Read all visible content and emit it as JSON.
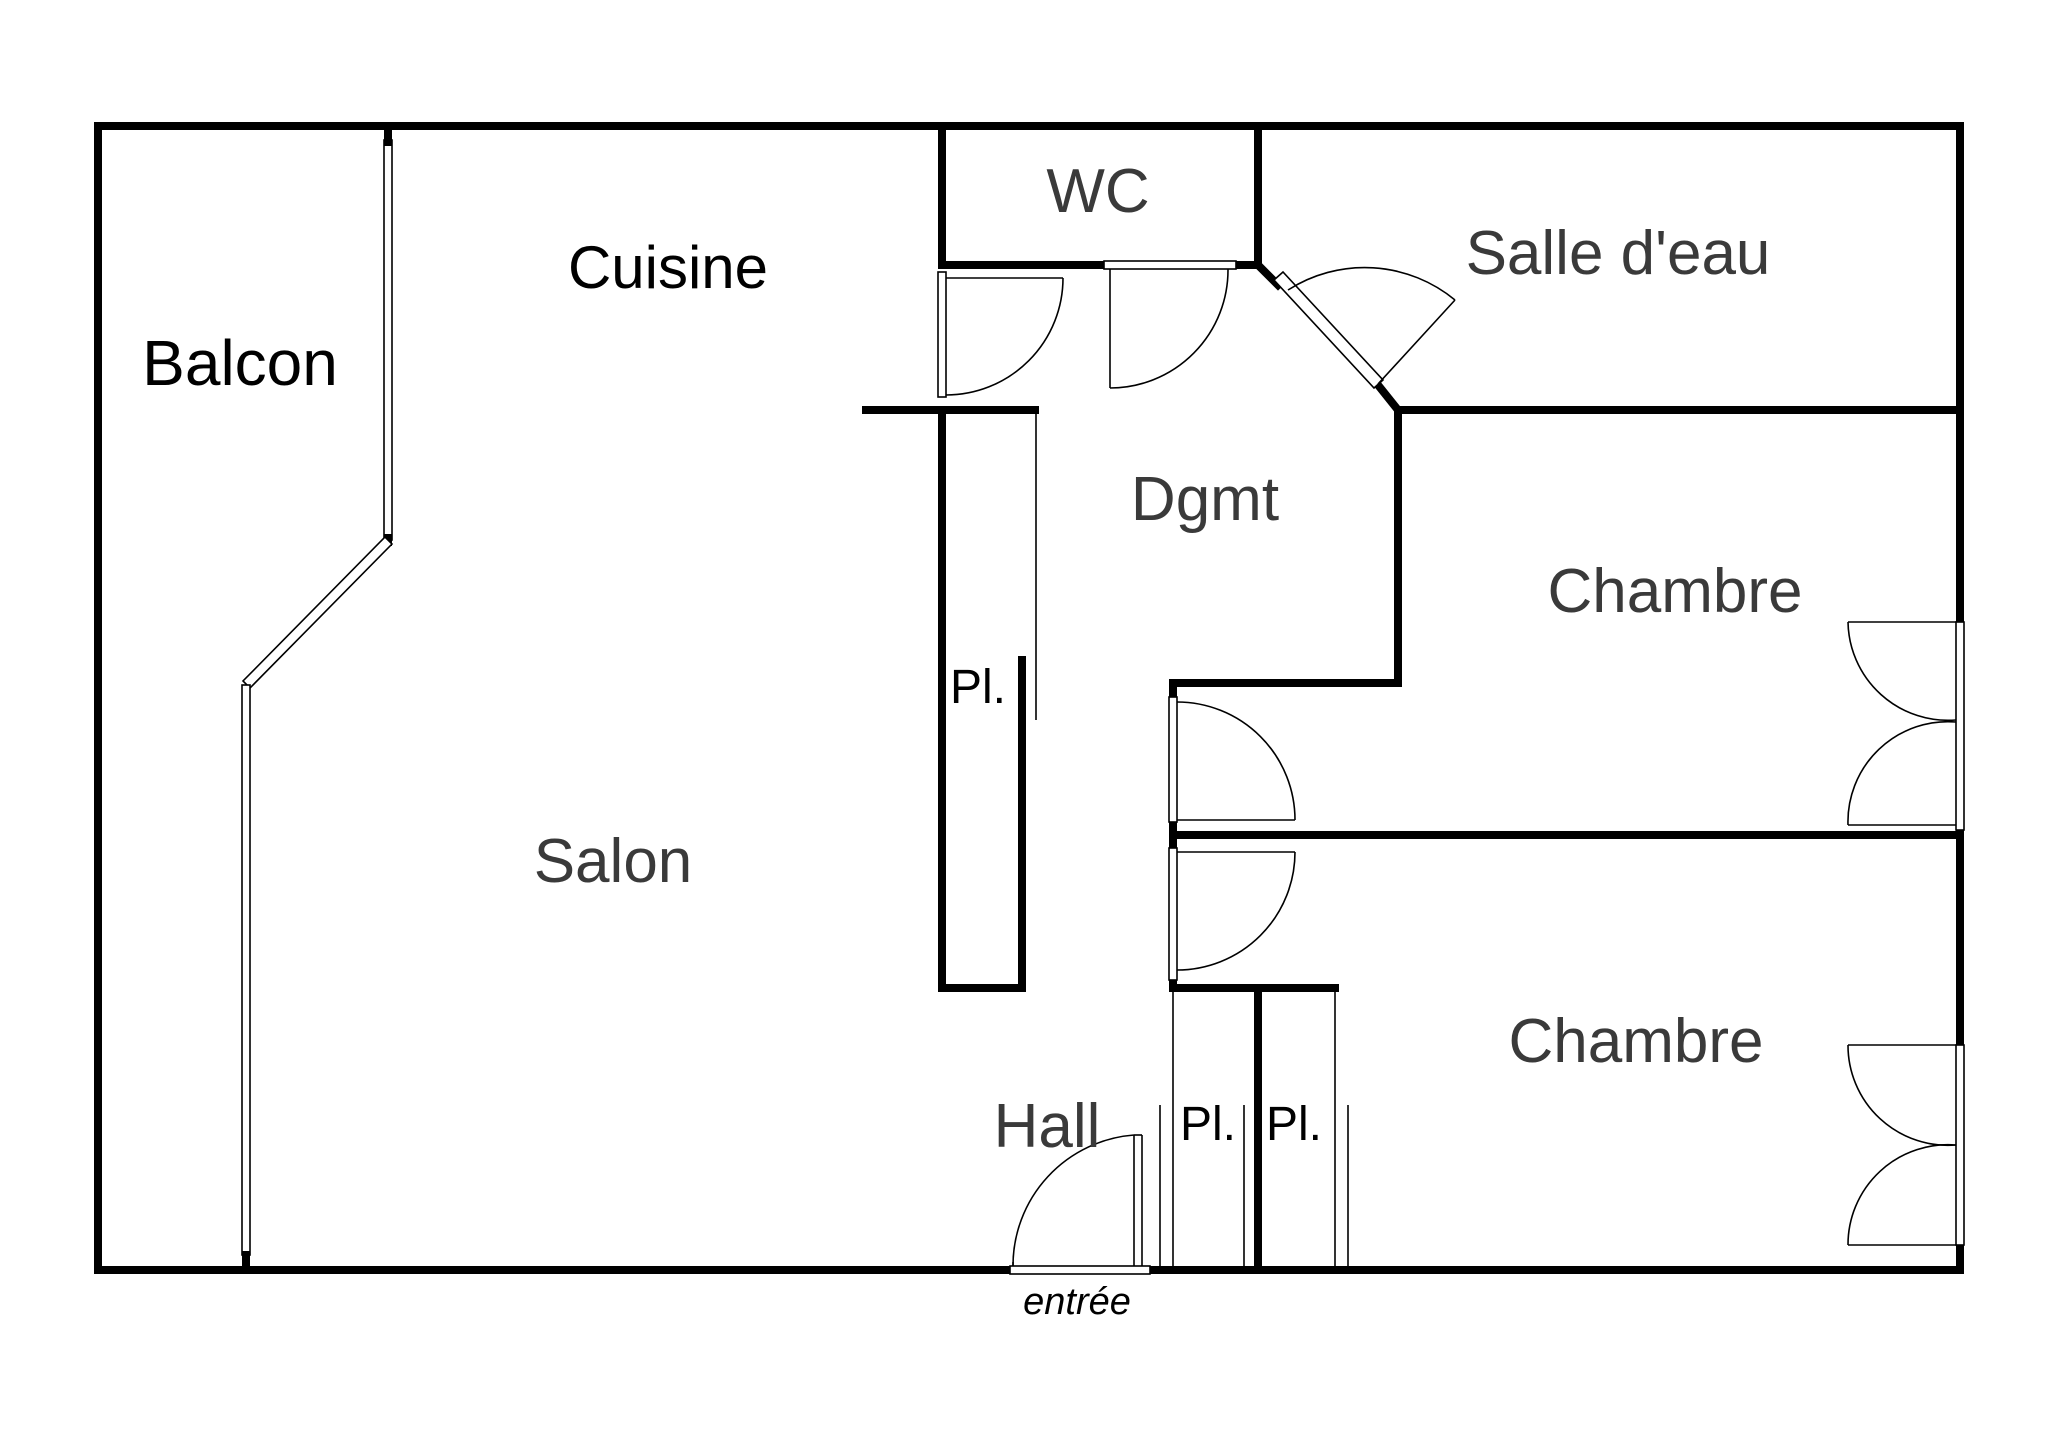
{
  "plan": {
    "rooms": {
      "balcon": "Balcon",
      "cuisine": "Cuisine",
      "wc": "WC",
      "salle_deau": "Salle d'eau",
      "dgmt": "Dgmt",
      "chambre_1": "Chambre",
      "chambre_2": "Chambre",
      "salon": "Salon",
      "hall": "Hall",
      "placard_1": "Pl.",
      "placard_2": "Pl.",
      "placard_3": "Pl."
    },
    "entrance_label": "entrée"
  }
}
